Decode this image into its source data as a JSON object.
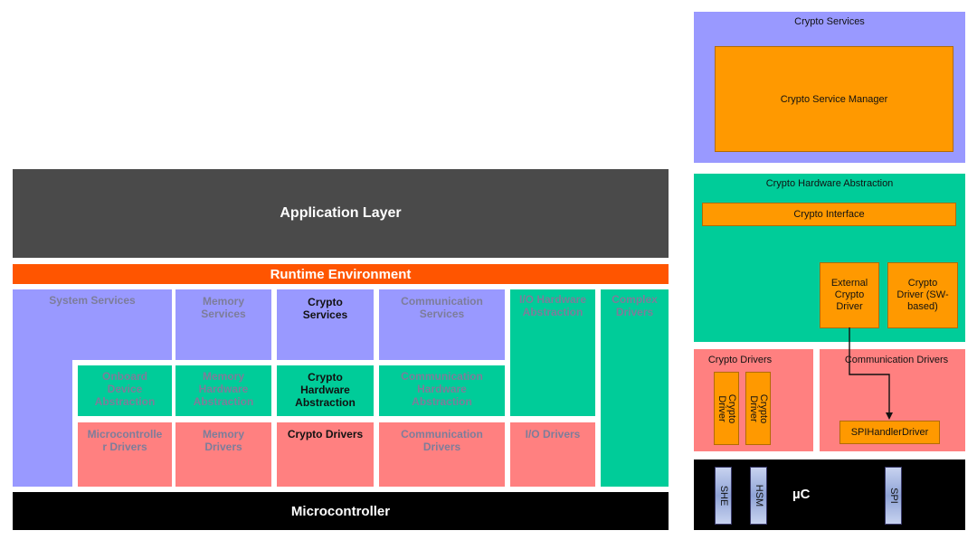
{
  "layers": {
    "application": "Application Layer",
    "rte": "Runtime Environment",
    "microcontroller": "Microcontroller"
  },
  "modules": {
    "system_services": "System Services",
    "memory_services": "Memory Services",
    "crypto_services": "Crypto Services",
    "communication_services": "Communication Services",
    "io_hw_abstraction": "I/O Hardware Abstraction",
    "complex_drivers": "Complex Drivers",
    "onboard_device_abstraction": "Onboard Device Abstraction",
    "memory_hw_abstraction": "Memory Hardware Abstraction",
    "crypto_hw_abstraction": "Crypto Hardware Abstraction",
    "communication_hw_abstraction": "Communication Hardware Abstraction",
    "microcontroller_drivers": "Microcontroller Drivers",
    "memory_drivers": "Memory Drivers",
    "crypto_drivers": "Crypto Drivers",
    "communication_drivers": "Communication Drivers",
    "io_drivers": "I/O Drivers"
  },
  "detail": {
    "crypto_services_title": "Crypto Services",
    "crypto_service_manager": "Crypto Service Manager",
    "crypto_hw_abstraction_title": "Crypto Hardware Abstraction",
    "crypto_interface": "Crypto Interface",
    "external_crypto_driver": "External Crypto Driver",
    "crypto_driver_sw": "Crypto Driver (SW-based)",
    "crypto_drivers_title": "Crypto Drivers",
    "crypto_driver_1": "Crypto Driver",
    "crypto_driver_2": "Crypto Driver",
    "communication_drivers_title": "Communication Drivers",
    "spi_handler_driver": "SPIHandlerDriver",
    "uc_label": "µC",
    "chip_she": "SHE",
    "chip_hsm": "HSM",
    "chip_spi": "SPI"
  },
  "colors": {
    "services": "#9999ff",
    "abstraction": "#00cc99",
    "drivers": "#ff8080",
    "crypto_module": "#ff9900",
    "application": "#4a4a4a",
    "rte": "#ff5500",
    "microcontroller": "#000000"
  }
}
